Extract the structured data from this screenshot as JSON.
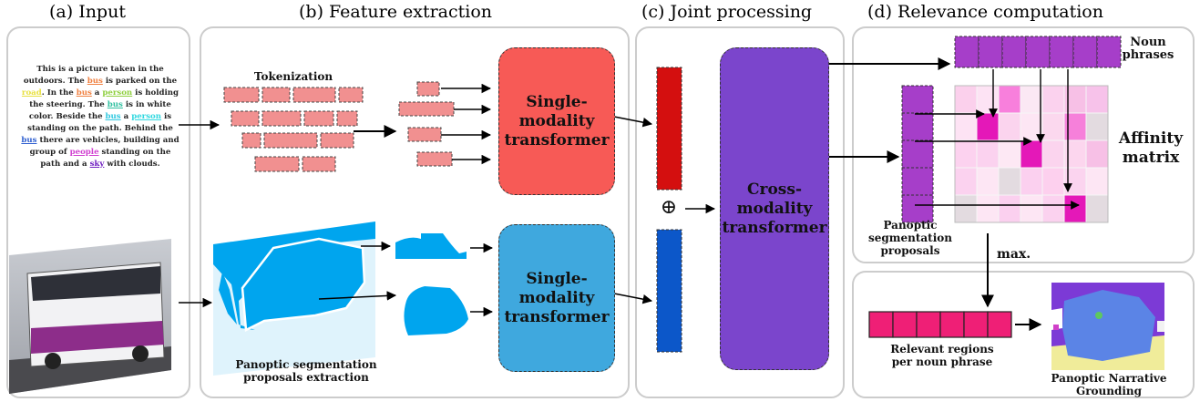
{
  "sections": {
    "input": "(a) Input",
    "feature": "(b) Feature extraction",
    "joint": "(c) Joint processing",
    "relevance": "(d) Relevance computation"
  },
  "input_text": [
    {
      "t": "This is a picture taken in the outdoors. The "
    },
    {
      "t": "bus",
      "c": "#f08040"
    },
    {
      "t": " is parked on the "
    },
    {
      "t": "road",
      "c": "#e8e040"
    },
    {
      "t": ". In the "
    },
    {
      "t": "bus",
      "c": "#f08040"
    },
    {
      "t": " a "
    },
    {
      "t": "person",
      "c": "#90d040"
    },
    {
      "t": " is holding the steering. The "
    },
    {
      "t": "bus",
      "c": "#30c0a0"
    },
    {
      "t": " is in white color. Beside the "
    },
    {
      "t": "bus",
      "c": "#30c8e0"
    },
    {
      "t": " a "
    },
    {
      "t": "person",
      "c": "#30d8e0"
    },
    {
      "t": " is standing on the path. Behind the "
    },
    {
      "t": "bus",
      "c": "#3060d0"
    },
    {
      "t": " there are vehicles, building and group of "
    },
    {
      "t": "people",
      "c": "#d040d0"
    },
    {
      "t": " standing on the path and a "
    },
    {
      "t": "sky",
      "c": "#7020c0"
    },
    {
      "t": " with clouds."
    }
  ],
  "labels": {
    "tokenization": "Tokenization",
    "single_modality_1": [
      "Single-",
      "modality",
      "transformer"
    ],
    "single_modality_2": [
      "Single-",
      "modality",
      "transformer"
    ],
    "cross_modality": [
      "Cross-",
      "modality",
      "transformer"
    ],
    "pano_extraction": [
      "Panoptic segmentation",
      "proposals extraction"
    ],
    "plus": "⊕",
    "noun_phrases": [
      "Noun",
      "phrases"
    ],
    "affinity": [
      "Affinity",
      "matrix"
    ],
    "pano_proposals": [
      "Panoptic",
      "segmentation",
      "proposals"
    ],
    "max": "max.",
    "relevant": [
      "Relevant regions",
      "per noun phrase"
    ],
    "grounding": [
      "Panoptic Narrative",
      "Grounding"
    ]
  },
  "colors": {
    "token": "#f19090",
    "single_text": "#f75a56",
    "single_image": "#3fa8de",
    "text_feature": "#d40f0f",
    "image_feature": "#0c57c9",
    "cross": "#7b45cc",
    "noun": "#a63ec9",
    "relevant": "#ef1f76",
    "mask": "#00a5ee"
  },
  "affinity_grid": [
    [
      "#fbd0ec",
      "#fde3f4",
      "#f87fdc",
      "#fbe8f4",
      "#fbd2ee",
      "#f7c0e6",
      "#f7c2ea"
    ],
    [
      "#fde3f4",
      "#e418b8",
      "#fbd4ee",
      "#fde6f4",
      "#fbd8ee",
      "#f680da",
      "#e3dbe0"
    ],
    [
      "#fcd2ef",
      "#fbd2ef",
      "#fde8f4",
      "#e418b8",
      "#fbd4ee",
      "#fcd6ee",
      "#f7c0e6"
    ],
    [
      "#fbd2ef",
      "#fde6f4",
      "#e3dbe0",
      "#fbd0ef",
      "#fdd0ee",
      "#fbd4ef",
      "#fde6f4"
    ],
    [
      "#e3dbe0",
      "#fde6f4",
      "#fbd0ef",
      "#fde6f4",
      "#fbd2ef",
      "#e418b8",
      "#e3dbe0"
    ]
  ]
}
